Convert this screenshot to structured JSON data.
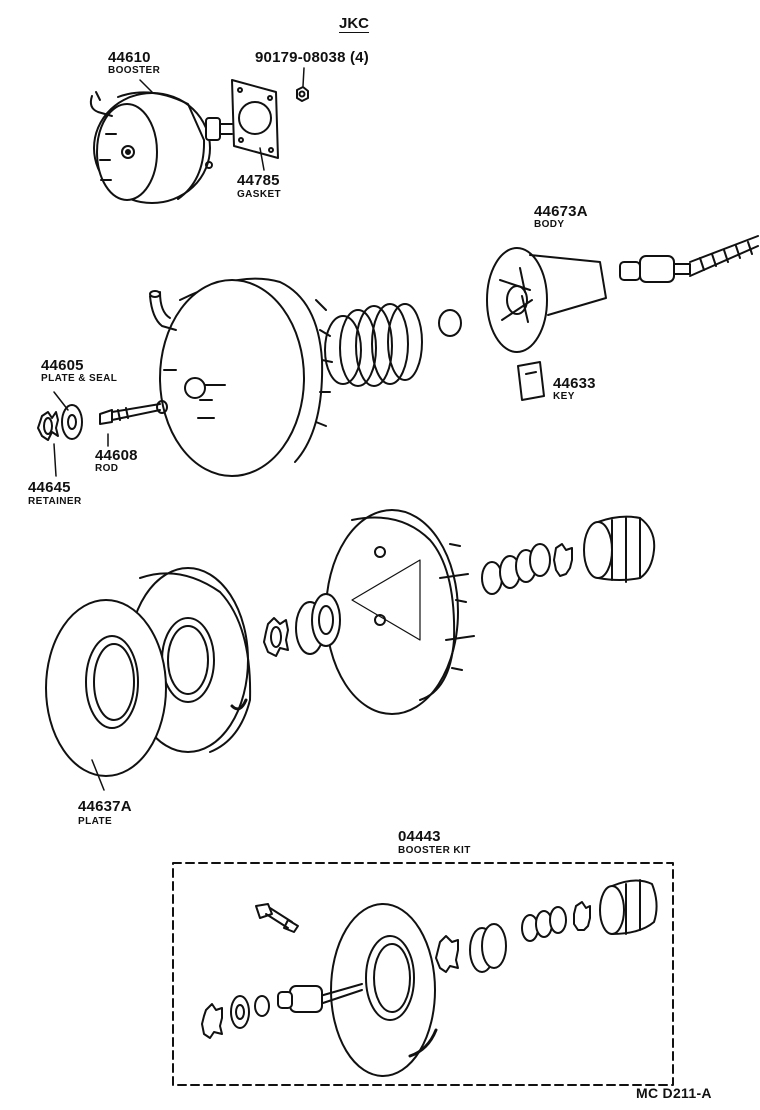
{
  "header": {
    "model": "JKC"
  },
  "parts": [
    {
      "number": "44610",
      "name": "BOOSTER"
    },
    {
      "number": "90179-08038 (4)",
      "name": ""
    },
    {
      "number": "44785",
      "name": "GASKET"
    },
    {
      "number": "44673A",
      "name": "BODY"
    },
    {
      "number": "44605",
      "name": "PLATE & SEAL"
    },
    {
      "number": "44633",
      "name": "KEY"
    },
    {
      "number": "44608",
      "name": "ROD"
    },
    {
      "number": "44645",
      "name": "RETAINER"
    },
    {
      "number": "44637A",
      "name": "PLATE"
    },
    {
      "number": "04443",
      "name": "BOOSTER KIT"
    }
  ],
  "footer": {
    "code": "MC  D211-A"
  },
  "colors": {
    "ink": "#111111",
    "paper": "#ffffff"
  }
}
